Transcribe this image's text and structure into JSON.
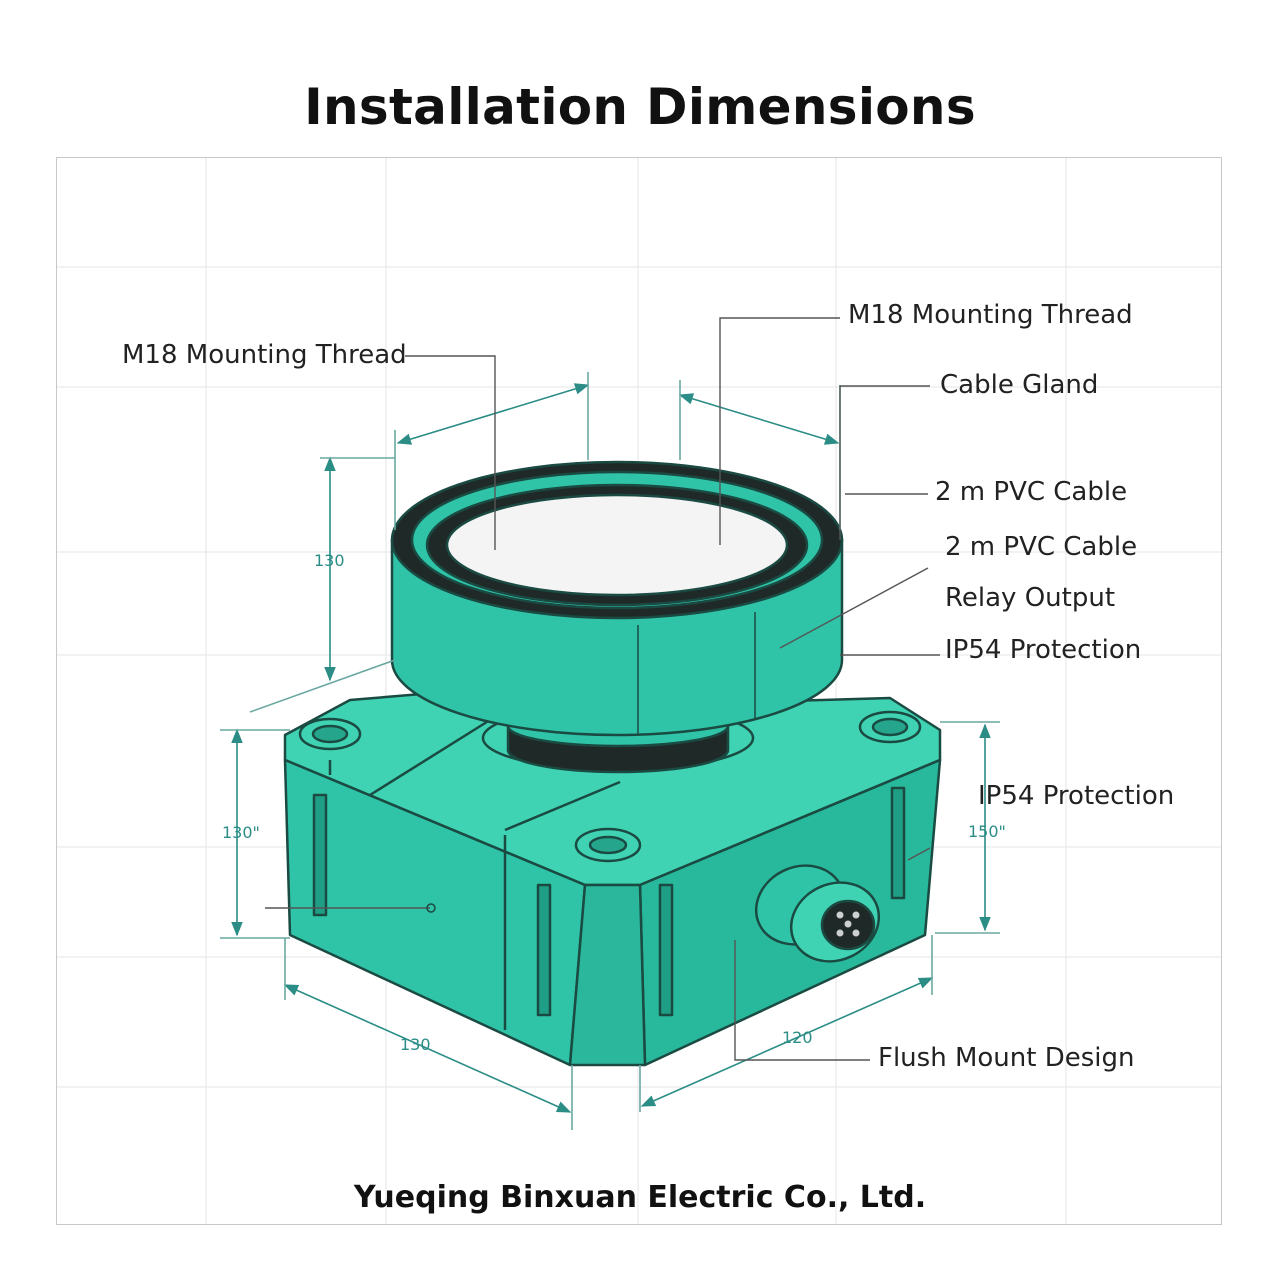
{
  "title": "Installation Dimensions",
  "footer": "Yueqing Binxuan Electric Co., Ltd.",
  "callouts": {
    "thread_left": "M18 Mounting Thread",
    "thread_right": "M18 Mounting Thread",
    "cable_gland": "Cable Gland",
    "pvc_cable_1": "2 m PVC Cable",
    "pvc_cable_2": "2 m PVC Cable",
    "relay_output": "Relay Output",
    "ip54_1": "IP54 Protection",
    "ip54_2": "IP54 Protection",
    "flush_mount": "Flush Mount Design"
  },
  "dimensions": {
    "sensor_height": "130",
    "body_height_left": "130\"",
    "body_height_right": "150\"",
    "base_width_left": "130",
    "base_width_right": "120"
  },
  "colors": {
    "body": "#2fc4a7",
    "body_dark": "#239c86",
    "outline": "#1a4a42",
    "dim_line": "#2b8d86",
    "face": "#f4f4f4",
    "ring": "#1f2a28"
  }
}
